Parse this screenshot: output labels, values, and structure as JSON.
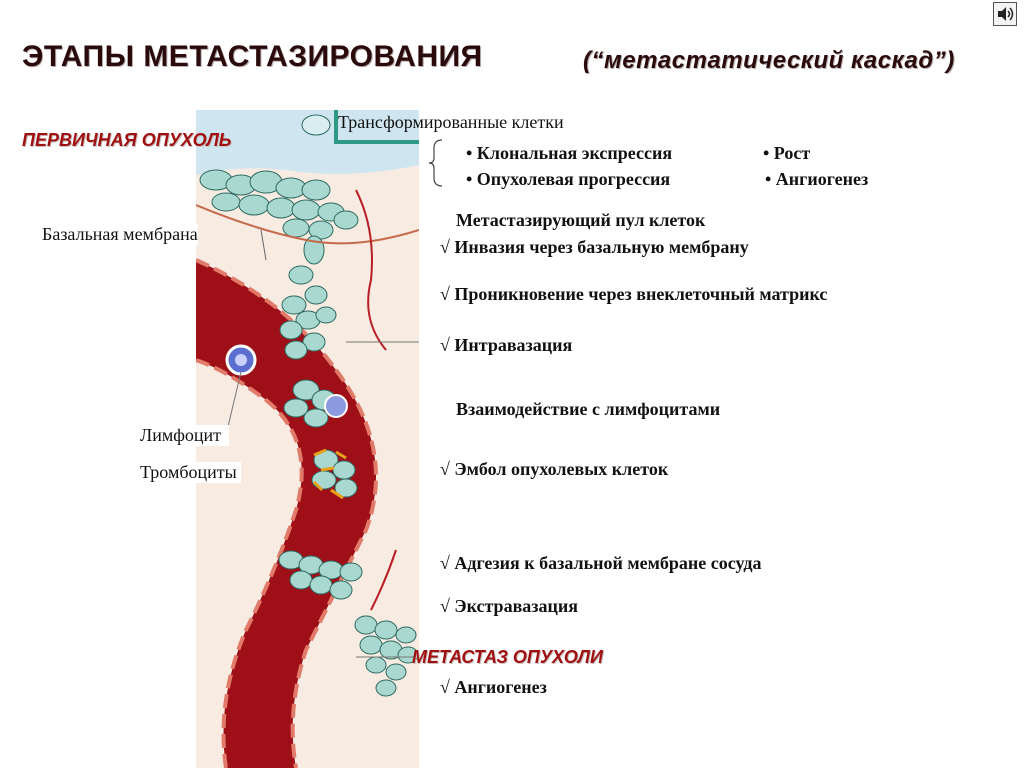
{
  "title": "ЭТАПЫ   МЕТАСТАЗИРОВАНИЯ",
  "subtitle": "(“метастатический  каскад”)",
  "nav": {
    "icon": "speaker-sound-icon"
  },
  "left_labels": {
    "primary_tumor": "ПЕРВИЧНАЯ  ОПУХОЛЬ",
    "basal_membrane": "Базальная  мембрана",
    "lymphocyte": "Лимфоцит",
    "platelets": "Тромбоциты"
  },
  "right_labels": {
    "transformed_cells": "Трансформированные клетки",
    "clonal_expression": "• Клональная экспрессия",
    "growth": "• Рост",
    "tumor_progression": "• Опухолевая прогрессия",
    "angiogenesis_1": "• Ангиогенез",
    "metastasizing_pool": "Метастазирующий пул клеток",
    "invasion": "√ Инвазия через базальную мембрану",
    "penetration": "√ Проникновение через внеклеточный матрикс",
    "intravasation": "√ Интравазация",
    "lymphocyte_interaction": "Взаимодействие с лимфоцитами",
    "embolus": "√ Эмбол опухолевых клеток",
    "adhesion": "√ Адгезия к базальной мембране сосуда",
    "extravasation": "√ Экстравазация",
    "metastasis": "МЕТАСТАЗ  ОПУХОЛИ",
    "angiogenesis_2": "√ Ангиогенез"
  },
  "colors": {
    "title": "#2a0a0a",
    "red_heading": "#a01010",
    "vessel": "#9e0f17",
    "vessel_wall": "#c41f26",
    "tissue": "#f6e7dd",
    "tumor_cell": "#9fd3c8",
    "tumor_cell_border": "#2f6a62",
    "lymphocyte": "#5b6fd0",
    "platelet": "#e8a21a",
    "accent_line": "#2e9a86"
  }
}
